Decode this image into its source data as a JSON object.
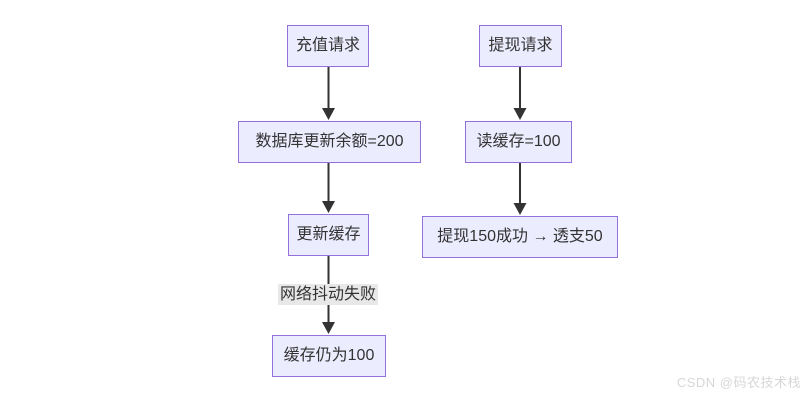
{
  "diagram": {
    "type": "flowchart",
    "direction": "top-down",
    "flows": [
      {
        "name": "recharge-flow",
        "nodes": [
          "充值请求",
          "数据库更新余额=200",
          "更新缓存",
          "缓存仍为100"
        ],
        "edges": [
          {
            "from": 0,
            "to": 1,
            "label": ""
          },
          {
            "from": 1,
            "to": 2,
            "label": ""
          },
          {
            "from": 2,
            "to": 3,
            "label": "网络抖动失败"
          }
        ]
      },
      {
        "name": "withdraw-flow",
        "nodes": [
          "提现请求",
          "读缓存=100",
          "提现150成功 → 透支50"
        ],
        "edges": [
          {
            "from": 0,
            "to": 1,
            "label": ""
          },
          {
            "from": 1,
            "to": 2,
            "label": ""
          }
        ]
      }
    ],
    "colors": {
      "node_fill": "#ECECFF",
      "node_border": "#9370DB",
      "node_text": "#333333",
      "arrow": "#333333",
      "edge_label_bg": "#e8e8e8",
      "watermark_text": "#d7d7d7",
      "background": "#ffffff"
    }
  },
  "watermark": "CSDN @码农技术栈"
}
